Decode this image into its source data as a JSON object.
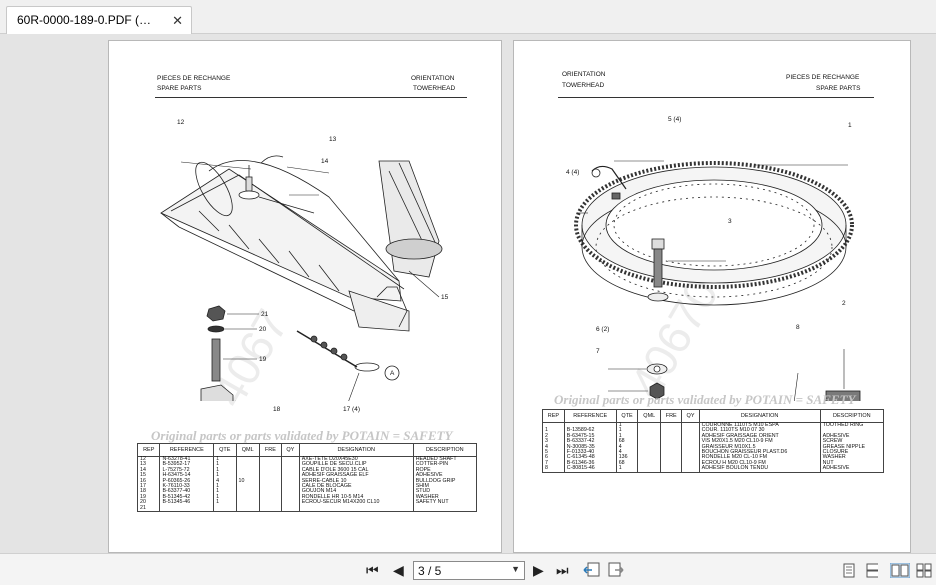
{
  "tab": {
    "title": "60R-0000-189-0.PDF (…",
    "close": "✕"
  },
  "page_left": {
    "header_left": [
      "PIECES DE RECHANGE",
      "SPARE PARTS"
    ],
    "header_right": [
      "ORIENTATION",
      "TOWERHEAD"
    ],
    "callouts": {
      "c12": "12",
      "c13": "13",
      "c14": "14",
      "c15": "15",
      "c21": "21",
      "c20": "20",
      "c19": "19",
      "c18": "18",
      "c17": "17 (4)",
      "cA": "A"
    },
    "watermark": "Original parts or parts validated by POTAIN = SAFETY",
    "watermark_num": "4067",
    "table_headers": [
      "REP",
      "REFERENCE",
      "QTE",
      "QML",
      "FRE",
      "QY",
      "DESIGNATION",
      "DESCRIPTION"
    ],
    "rows": [
      [
        "12",
        "N-63278-41",
        "1",
        "",
        "",
        "",
        "AXE-TETE D20X45E30",
        "HEADED SHAFT"
      ],
      [
        "13",
        "B-53952-17",
        "1",
        "",
        "",
        "",
        "GOUPILLE DE SECU.CLIP",
        "COTTER-PIN"
      ],
      [
        "14",
        "L-75275-72",
        "1",
        "",
        "",
        "",
        "CABLE D'OLE 3600 15 CAL",
        "ROPE"
      ],
      [
        "15",
        "H-63475-14",
        "1",
        "",
        "",
        "",
        "ADHESIF GRAISSAGE ELF",
        "ADHESIVE"
      ],
      [
        "16",
        "P-60365-26",
        "4",
        "10",
        "",
        "",
        "SERRE-CABLE 10",
        "BULLDOG GRIP"
      ],
      [
        "17",
        "K-76110-33",
        "1",
        "",
        "",
        "",
        "CALE DE BLOCAGE",
        "SHIM"
      ],
      [
        "18",
        "B-63377-40",
        "1",
        "",
        "",
        "",
        "GOUJON M14",
        "STUD"
      ],
      [
        "19",
        "B-51345-42",
        "1",
        "",
        "",
        "",
        "RONDELLE HR 10-5 M14",
        "WASHER"
      ],
      [
        "20",
        "B-51345-46",
        "1",
        "",
        "",
        "",
        "ECROU-SECUR M14X200 CL10",
        "SAFETY NUT"
      ],
      [
        "21",
        "",
        "",
        "",
        "",
        "",
        "",
        ""
      ]
    ]
  },
  "page_right": {
    "header_left": [
      "ORIENTATION",
      "TOWERHEAD"
    ],
    "header_right": [
      "PIECES DE RECHANGE",
      "SPARE PARTS"
    ],
    "callouts": {
      "c1": "1",
      "c2": "2",
      "c3": "3",
      "c4": "4 (4)",
      "c5": "5 (4)",
      "c6": "6 (2)",
      "c7": "7",
      "c8": "8"
    },
    "watermark": "Original parts or parts validated by POTAIN = SAFETY",
    "watermark_num": "40670",
    "table_headers": [
      "REP",
      "REFERENCE",
      "QTE",
      "QML",
      "FRE",
      "QY",
      "DESIGNATION",
      "DESCRIPTION"
    ],
    "rows": [
      [
        "",
        "",
        "1",
        "",
        "",
        "",
        "COURONNE 1110TS M10 ESPA",
        "TOOTHED RING"
      ],
      [
        "1",
        "B-13589-62",
        "1",
        "",
        "",
        "",
        "COUR. 1110TS M10 07 30",
        ""
      ],
      [
        "2",
        "B-63475-15",
        "1",
        "",
        "",
        "",
        "ADHESIF GRAISSAGE ORIENT",
        "ADHESIVE"
      ],
      [
        "3",
        "B-63337-42",
        "68",
        "",
        "",
        "",
        "VIS M20X1.5 M20 CL10-9 FM",
        "SCREW"
      ],
      [
        "4",
        "N-30085-35",
        "4",
        "",
        "",
        "",
        "GRAISSEUR M10X1.5",
        "GREASE NIPPLE"
      ],
      [
        "5",
        "F-01333-40",
        "4",
        "",
        "",
        "",
        "BOUCHON GRAISSEUR PLAST.D6",
        "CLOSURE"
      ],
      [
        "6",
        "C-61345-48",
        "136",
        "",
        "",
        "",
        "RONDELLE M20 CL-10 FM",
        "WASHER"
      ],
      [
        "7",
        "B-61346-36",
        "68",
        "",
        "",
        "",
        "ECROU H M20 CL10-9 FM",
        "NUT"
      ],
      [
        "8",
        "C-80815-46",
        "1",
        "",
        "",
        "",
        "ADHESIF BOULON TENDU",
        "ADHESIVE"
      ]
    ]
  },
  "toolbar": {
    "first": "⏮",
    "prev": "◀",
    "next": "▶",
    "last": "⏭",
    "page_value": "3 / 5",
    "dropdown_arrow": "▼"
  }
}
